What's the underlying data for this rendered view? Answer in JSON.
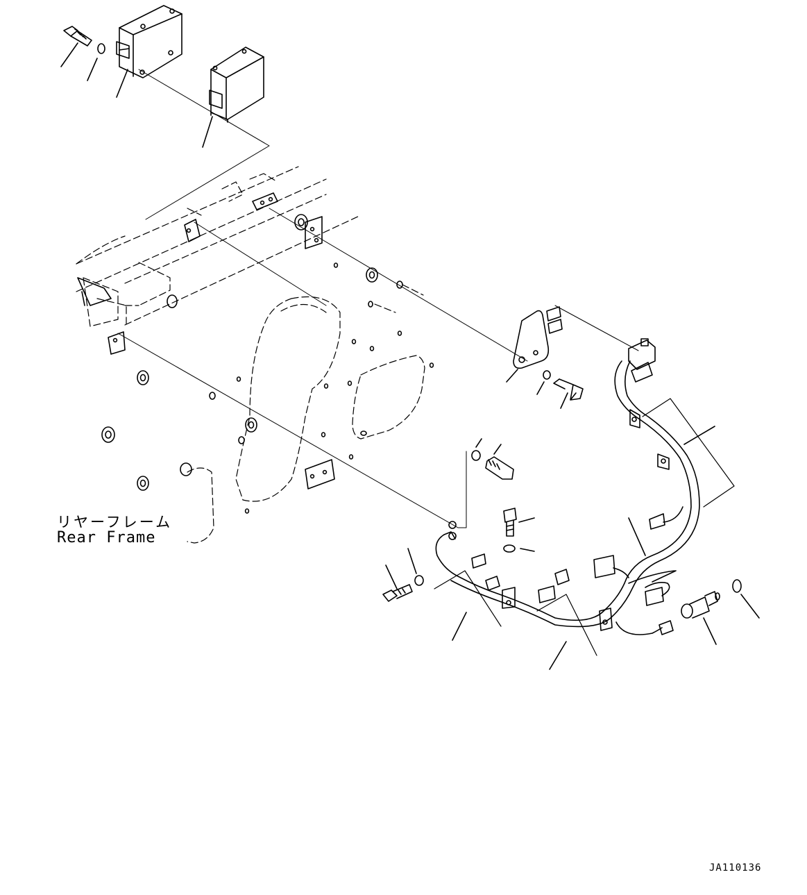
{
  "labels": {
    "rear_frame_jp": "リヤーフレーム",
    "rear_frame_en": "Rear Frame"
  },
  "drawing_id": "JA110136",
  "colors": {
    "line": "#000000",
    "background": "#ffffff"
  },
  "icons": {
    "controller_upper": "control-box-icon",
    "controller_lower": "control-box-icon",
    "bolt": "bolt-icon",
    "washer": "washer-icon",
    "harness": "wire-harness-icon",
    "sensor": "sensor-icon",
    "bracket": "bracket-icon"
  }
}
